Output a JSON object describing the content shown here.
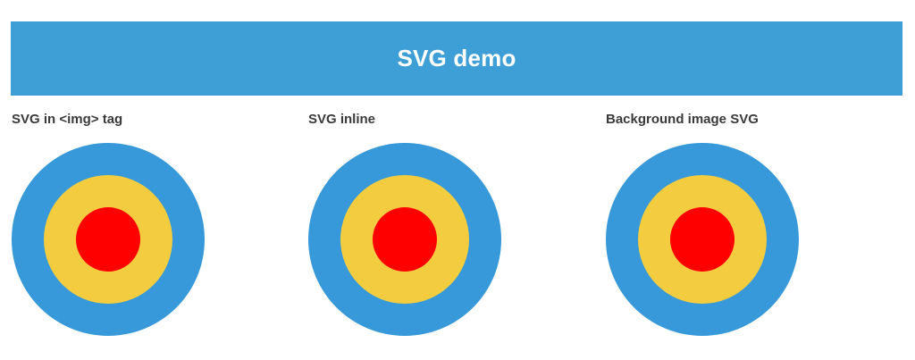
{
  "header": {
    "title": "SVG demo"
  },
  "colors": {
    "header_bg": "#3e9fd6",
    "outer": "#3799d9",
    "middle": "#f3cd3f",
    "inner": "#ff0000",
    "heading_text": "#3a3a3a"
  },
  "columns": [
    {
      "heading": "SVG in <img> tag",
      "method": "img"
    },
    {
      "heading": "SVG inline",
      "method": "inline"
    },
    {
      "heading": "Background image SVG",
      "method": "background"
    }
  ]
}
